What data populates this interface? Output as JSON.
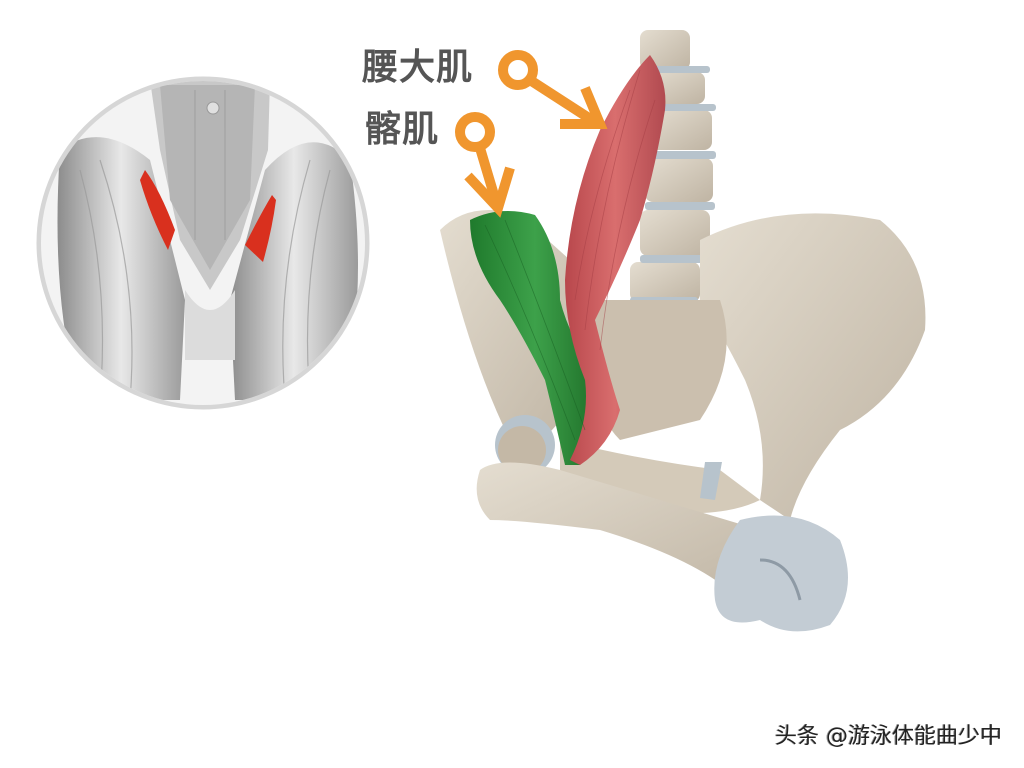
{
  "labels": {
    "psoas_major": "腰大肌",
    "iliacus": "髂肌"
  },
  "watermark": "头条 @游泳体能曲少中",
  "colors": {
    "label_text": "#555555",
    "arrow": "#F0962E",
    "psoas_muscle": "#C9555A",
    "iliacus_muscle": "#2E8B3A",
    "bone": "#D8CFC0",
    "cartilage": "#B7C3CC",
    "inset_muscle_highlight": "#D9301E",
    "inset_border": "#D6D6D6"
  },
  "inset": {
    "description": "Front view of hip muscles with iliopsoas highlighted in red"
  },
  "main_figure": {
    "description": "Pelvis, lumbar spine and femur with psoas major (red) and iliacus (green)"
  }
}
